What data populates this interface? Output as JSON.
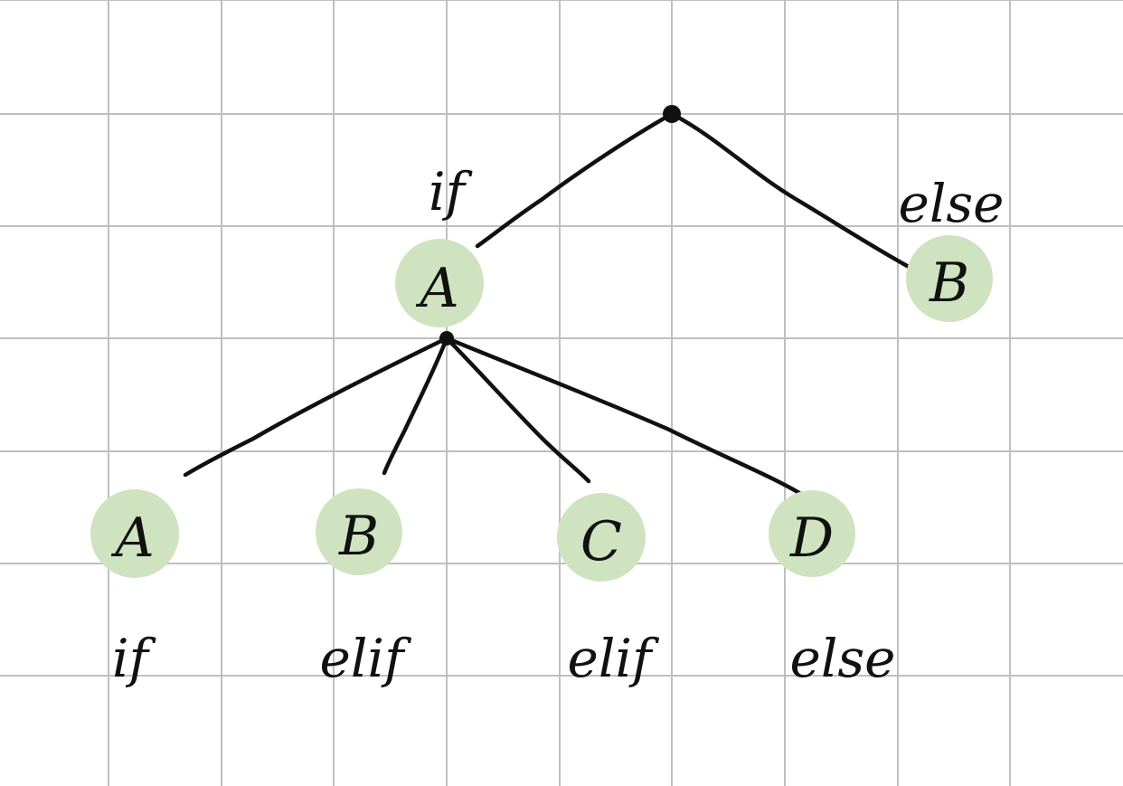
{
  "colors": {
    "background": "#ffffff",
    "grid": "#bfbfbf",
    "ink": "#111111",
    "node_fill": "#cfe3c0",
    "node_text": "#15260f"
  },
  "root": {
    "children": [
      {
        "label": "A",
        "branch_label": "if",
        "children": [
          {
            "label": "A",
            "branch_label": "if"
          },
          {
            "label": "B",
            "branch_label": "elif"
          },
          {
            "label": "C",
            "branch_label": "elif"
          },
          {
            "label": "D",
            "branch_label": "else"
          }
        ]
      },
      {
        "label": "B",
        "branch_label": "else"
      }
    ]
  }
}
